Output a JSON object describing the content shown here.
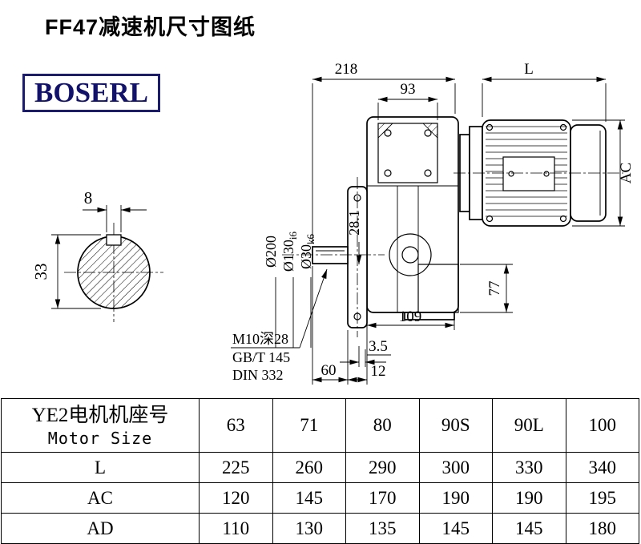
{
  "page": {
    "title": "FF47减速机尺寸图纸",
    "brand": "BOSERL"
  },
  "drawing": {
    "dims": {
      "overall_218": "218",
      "motor_length": "L",
      "top_93": "93",
      "motor_ac": "AC",
      "key_width": "8",
      "shaft_section_33": "33",
      "flange_dia": "Ø200",
      "spigot_dia_main": "Ø130",
      "spigot_dia_tol": "i6",
      "shaft_dia_main": "Ø30",
      "shaft_dia_tol": "k6",
      "dim_28_1": "28.1",
      "dim_77": "77",
      "dim_109": "109",
      "dim_3_5": "3.5",
      "dim_60": "60",
      "dim_12": "12",
      "tap_note": "M10深28",
      "std_gbt": "GB/T 145",
      "std_din": "DIN 332"
    }
  },
  "table": {
    "header_cn": "YE2电机机座号",
    "header_en": "Motor Size",
    "motor_sizes": [
      "63",
      "71",
      "80",
      "90S",
      "90L",
      "100"
    ],
    "rows": [
      {
        "label": "L",
        "values": [
          "225",
          "260",
          "290",
          "300",
          "330",
          "340"
        ]
      },
      {
        "label": "AC",
        "values": [
          "120",
          "145",
          "170",
          "190",
          "190",
          "195"
        ]
      },
      {
        "label": "AD",
        "values": [
          "110",
          "130",
          "135",
          "145",
          "145",
          "180"
        ]
      }
    ]
  }
}
